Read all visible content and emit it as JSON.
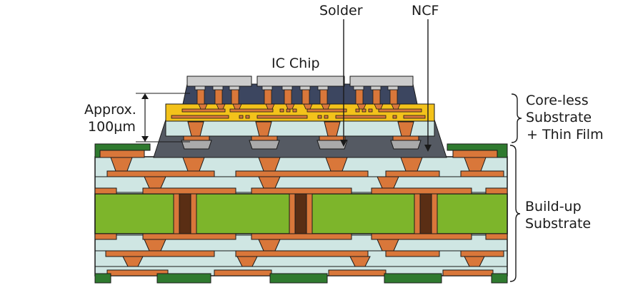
{
  "labels": {
    "solder": "Solder",
    "ncf": "NCF",
    "ic_chip": "IC Chip",
    "approx_line1": "Approx.",
    "approx_line2": "100µm",
    "coreless_line1": "Core-less",
    "coreless_line2": "Substrate",
    "coreless_line3": "+ Thin Film",
    "buildup_line1": "Build-up",
    "buildup_line2": "Substrate"
  },
  "colors": {
    "copper": "#d9773a",
    "copper_dark": "#9a4a1c",
    "dielectric": "#cfe6e3",
    "core": "#7db52b",
    "via_fill": "#5a2e14",
    "solder_mask": "#2f7a2f",
    "ncf": "#555a63",
    "chip_mold": "#3c4660",
    "chip_bump": "#cccccc",
    "thin_film": "#f3c21a",
    "outline": "#1a1a1a"
  }
}
